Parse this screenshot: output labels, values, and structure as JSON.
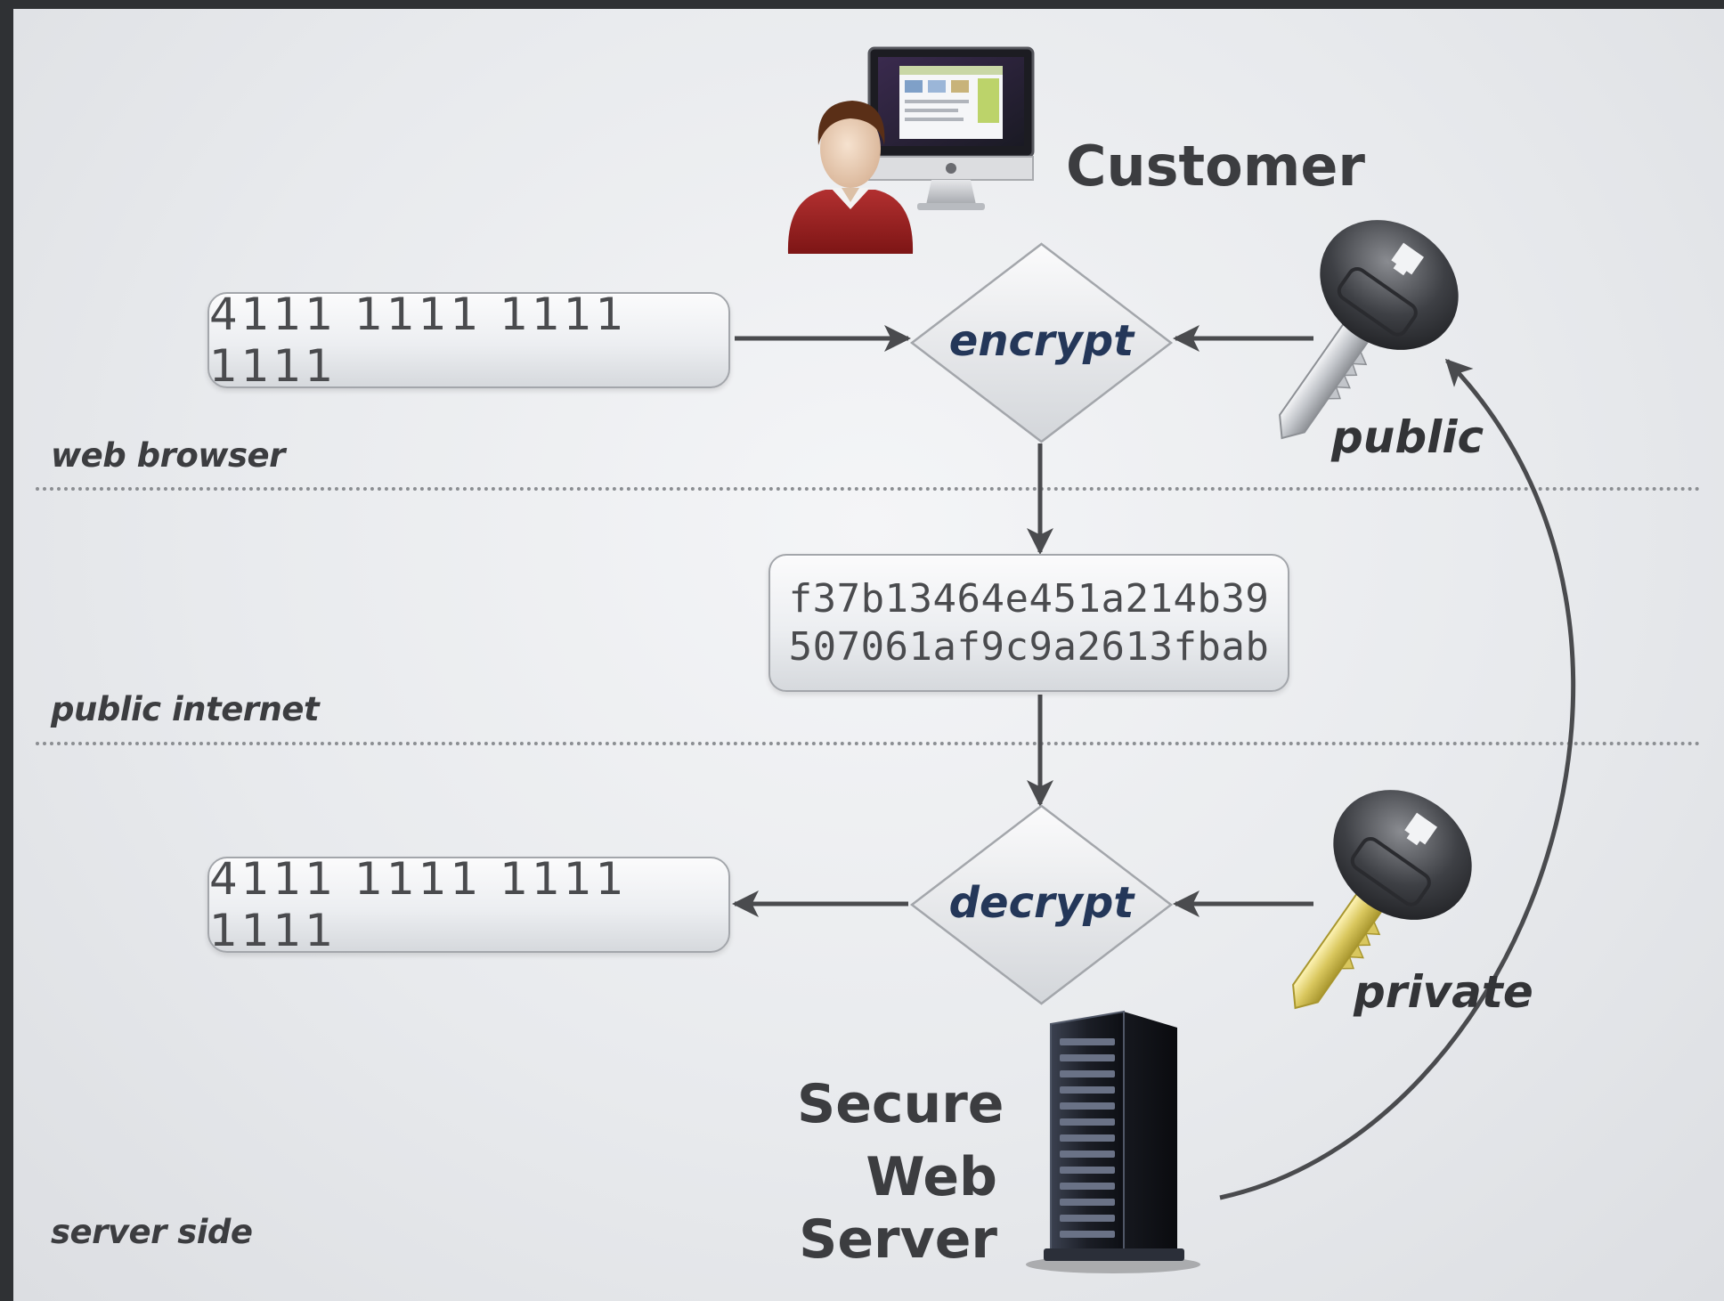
{
  "zones": {
    "browser": "web browser",
    "internet": "public internet",
    "server": "server side"
  },
  "customer": {
    "label": "Customer"
  },
  "server": {
    "label_line1": "Secure",
    "label_line2": "Web Server"
  },
  "plaintext_top": "4111 1111 1111 1111",
  "plaintext_bottom": "4111 1111 1111 1111",
  "ciphertext": {
    "line1": "f37b13464e451a214b39",
    "line2": "507061af9c9a2613fbab"
  },
  "encrypt": {
    "label": "encrypt"
  },
  "decrypt": {
    "label": "decrypt"
  },
  "keys": {
    "public": {
      "label": "public",
      "color": "#c8cbd0"
    },
    "private": {
      "label": "private",
      "color": "#d9c75e"
    }
  },
  "colors": {
    "arrow": "#4a4b4e",
    "diamond_text": "#243759",
    "shirt": "#9a1f1f"
  }
}
